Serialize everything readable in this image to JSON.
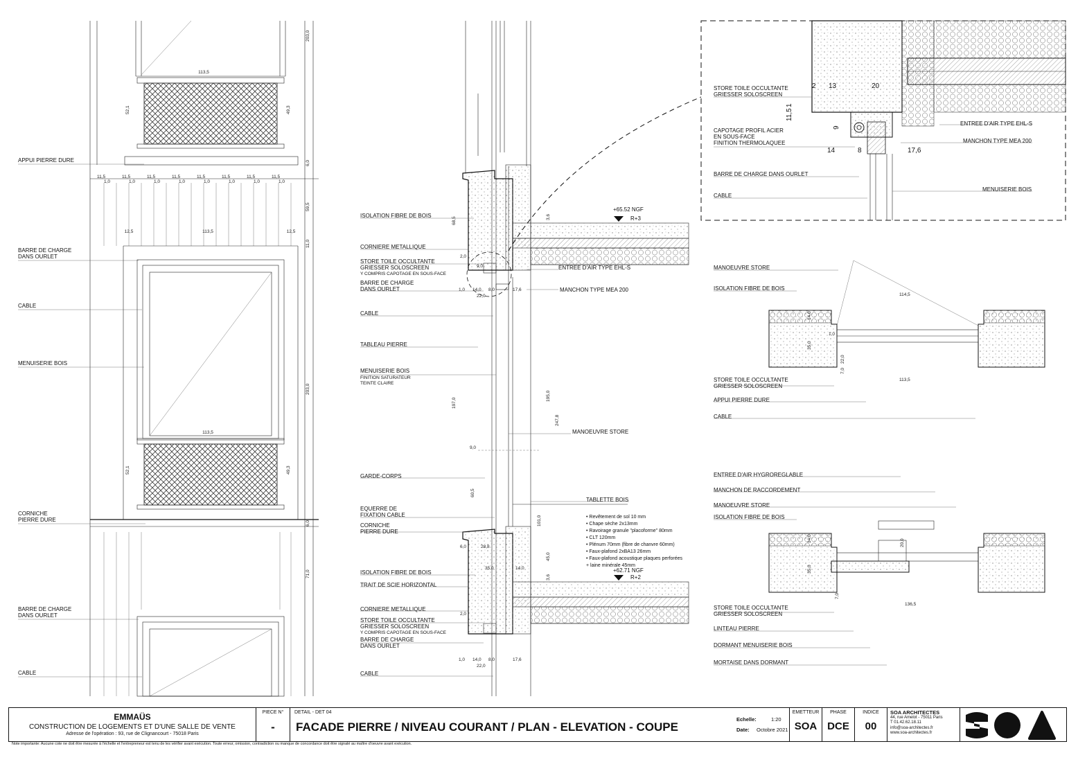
{
  "labels_left": {
    "appui": "APPUI PIERRE DURE",
    "barre1": "BARRE DE CHARGE",
    "barre1b": "DANS OURLET",
    "cable1": "CABLE",
    "menuiserie": "MENUISERIE BOIS",
    "corniche": "CORNICHE",
    "corniche_b": "PIERRE DURE",
    "barre2": "BARRE DE CHARGE",
    "barre2b": "DANS OURLET",
    "cable2": "CABLE"
  },
  "labels_mid": {
    "isolation1": "ISOLATION FIBRE DE BOIS",
    "corniere1": "CORNIERE METALLIQUE",
    "store1": "STORE TOILE OCCULTANTE",
    "store1b": "GRIESSER SOLOSCREEN",
    "store1c": "Y COMPRIS CAPOTAGE EN SOUS-FACE",
    "barre1": "BARRE DE CHARGE",
    "barre1b": "DANS OURLET",
    "cable1": "CABLE",
    "tableau": "TABLEAU PIERRE",
    "menuiserie": "MENUISERIE BOIS",
    "menuiserie_b": "FINITION SATURATEUR",
    "menuiserie_c": "TEINTE CLAIRE",
    "garde": "GARDE-CORPS",
    "equerre": "EQUERRE DE",
    "equerre_b": "FIXATION CABLE",
    "corniche": "CORNICHE",
    "corniche_b": "PIERRE DURE",
    "isolation2": "ISOLATION FIBRE DE BOIS",
    "trait": "TRAIT DE SCIE HORIZONTAL",
    "corniere2": "CORNIERE METALLIQUE",
    "store2": "STORE TOILE OCCULTANTE",
    "store2b": "GRIESSER SOLOSCREEN",
    "store2c": "Y COMPRIS CAPOTAGE EN SOUS-FACE",
    "barre2": "BARRE DE CHARGE",
    "barre2b": "DANS OURLET",
    "cable2": "CABLE",
    "entree": "ENTREE D'AIR TYPE EHL-S",
    "manchon": "MANCHON TYPE MEA 200",
    "manoeuvre": "MANOEUVRE STORE",
    "tablette": "TABLETTE BOIS",
    "level1": "+65.52 NGF",
    "level1b": "R+3",
    "level2": "+62.71 NGF",
    "level2b": "R+2",
    "build": [
      "• Revêtement de sol 10 mm",
      "• Chape sèche 2x13mm",
      "• Ravoirage granule \"placoforme\" 80mm",
      "• CLT 120mm",
      "• Plénum 70mm (fibre de chanvre 60mm)",
      "• Faux-plafond 2xBA13 26mm",
      "• Faux-plafond acoustique plaques perforées",
      "+ laine minérale 45mm"
    ]
  },
  "labels_detail": {
    "store": "STORE TOILE OCCULTANTE",
    "store_b": "GRIESSER SOLOSCREEN",
    "capotage": "CAPOTAGE PROFIL ACIER",
    "capotage_b": "EN SOUS-FACE",
    "capotage_c": "FINITION THERMOLAQUEE",
    "barre": "BARRE DE CHARGE DANS OURLET",
    "cable": "CABLE",
    "entree": "ENTREE D'AIR TYPE EHL-S",
    "manchon": "MANCHON TYPE MEA 200",
    "menuiserie": "MENUISERIE BOIS"
  },
  "labels_plan1": {
    "manoeuvre": "MANOEUVRE STORE",
    "isolation": "ISOLATION FIBRE DE BOIS",
    "store": "STORE TOILE OCCULTANTE",
    "store_b": "GRIESSER SOLOSCREEN",
    "appui": "APPUI PIERRE DURE",
    "cable": "CABLE"
  },
  "labels_plan2": {
    "entree": "ENTREE D'AIR HYGROREGLABLE",
    "manchon": "MANCHON DE RACCORDEMENT",
    "manoeuvre": "MANOEUVRE STORE",
    "isolation": "ISOLATION FIBRE DE BOIS",
    "store": "STORE TOILE OCCULTANTE",
    "store_b": "GRIESSER SOLOSCREEN",
    "linteau": "LINTEAU PIERRE",
    "dormant": "DORMANT MENUISERIE BOIS",
    "mortaise": "MORTAISE DANS DORMANT"
  },
  "dims": {
    "d113": "113,5",
    "d521": "52,1",
    "d493": "49,3",
    "d2030": "203,0",
    "d60": "6,0",
    "d595": "59,5",
    "d125": "12,5",
    "d110": "11,0",
    "d710": "71,0",
    "d115": "11,5",
    "d10": "1,0",
    "d1970": "197,0",
    "d1950": "195,0",
    "d2478": "247,8",
    "d1010": "101,0",
    "d450": "45,0",
    "d685": "68,5",
    "d605": "60,5",
    "d36": "3,6",
    "d140": "14,0",
    "d80": "8,0",
    "d220": "22,0",
    "d176": "17,6",
    "d350": "35,0",
    "d288": "28,8",
    "d20": "2,0",
    "d90": "9,0",
    "d1145": "114,5",
    "d1365": "136,5",
    "d70": "7,0",
    "d200": "20,0",
    "det2": "2",
    "det13": "13",
    "det20": "20",
    "det115": "11,5",
    "det1": "1",
    "det9": "9",
    "det14": "14",
    "det8": "8",
    "det176": "17,6"
  },
  "cartouche": {
    "project": "EMMAÜS",
    "project_sub": "CONSTRUCTION DE LOGEMENTS ET D'UNE SALLE DE VENTE",
    "address": "Adresse de l'opération : 93, rue de Clignancourt - 75018 Paris",
    "piece_label": "PIECE N°",
    "piece_value": "-",
    "detail_label": "DETAIL  -  DET 04",
    "title": "FACADE PIERRE / NIVEAU COURANT / PLAN - ELEVATION - COUPE",
    "echelle_label": "Echelle:",
    "echelle_value": "1:20",
    "date_label": "Date:",
    "date_value": "Octobre 2021",
    "emetteur_label": "EMETTEUR",
    "emetteur_value": "SOA",
    "phase_label": "PHASE",
    "phase_value": "DCE",
    "indice_label": "INDICE",
    "indice_value": "00",
    "firm_name": "SOA ARCHITECTES",
    "firm_addr": "44, rue Amelot - 75011 Paris",
    "firm_tel": "T 01.42.62.18.11",
    "firm_mail": "info@soa-architectes.fr",
    "firm_web": "www.soa-architectes.fr",
    "logo_text": "SOA",
    "note": "Note importante: Aucune cote ne doit être mesurée à l'échelle et l'entrepreneur est tenu de les vérifier avant exécution. Toute erreur, omission, contradiction ou manque de concordance doit être signalé au maître d'oeuvre avant exécution."
  }
}
